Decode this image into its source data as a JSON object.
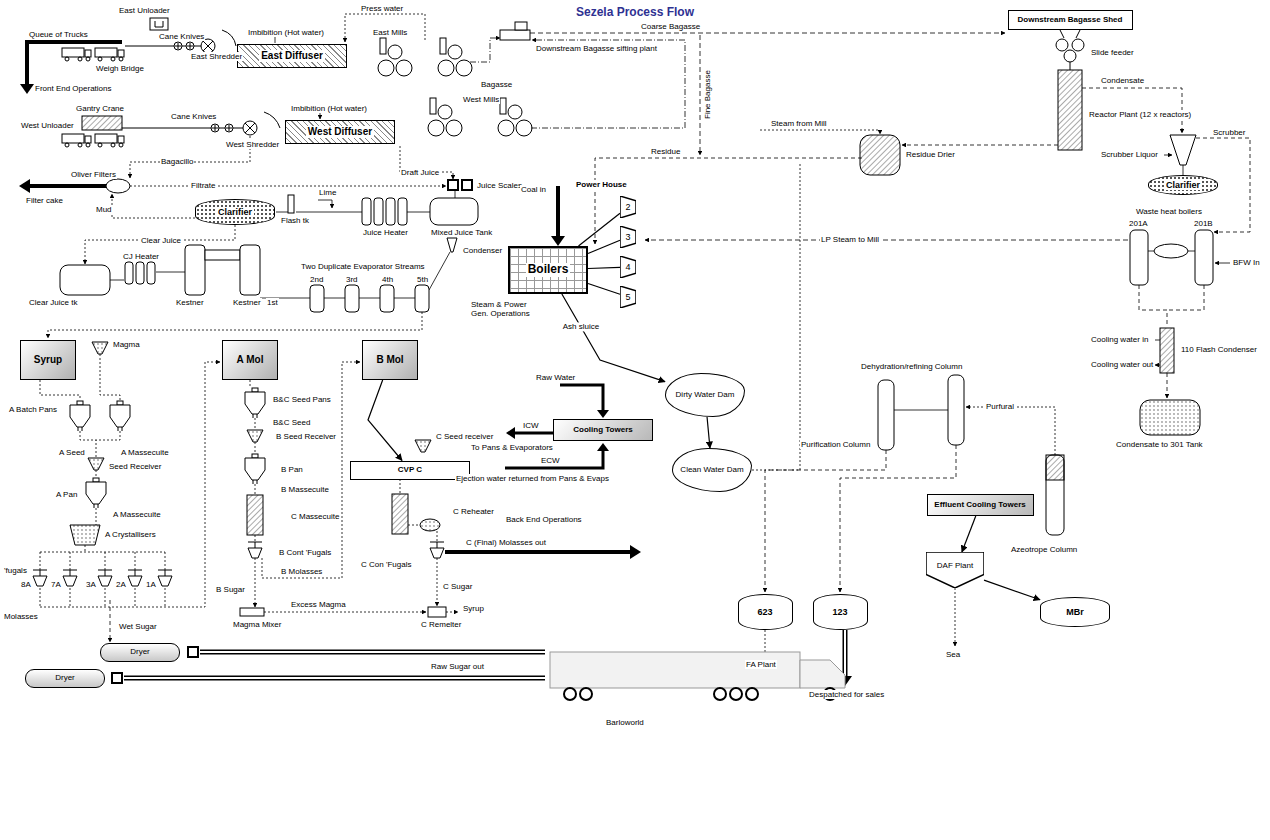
{
  "diagram": {
    "title": "Sezela Process Flow",
    "nodes": [
      {
        "text": [
          "Downstream Bagasse Shed"
        ]
      },
      {
        "text": [
          "East Diffuser"
        ]
      },
      {
        "text": [
          "West Diffuser"
        ]
      },
      {
        "text": [
          "Clarifier"
        ]
      },
      {
        "text": [
          "Boilers"
        ]
      },
      {
        "text": [
          "2"
        ]
      },
      {
        "text": [
          "3"
        ]
      },
      {
        "text": [
          "4"
        ]
      },
      {
        "text": [
          "5"
        ]
      },
      {
        "text": [
          "Clarifier"
        ]
      },
      {
        "text": [
          "Syrup"
        ]
      },
      {
        "text": [
          "A Mol"
        ]
      },
      {
        "text": [
          "B Mol"
        ]
      },
      {
        "text": [
          "CVP C"
        ]
      },
      {
        "text": [
          "Cooling Towers"
        ]
      },
      {
        "text": [
          "Dirty Water Dam"
        ]
      },
      {
        "text": [
          "Clean Water Dam"
        ]
      },
      {
        "text": [
          "Effluent Cooling Towers"
        ]
      },
      {
        "text": [
          "DAF Plant"
        ]
      },
      {
        "text": [
          "MBr"
        ]
      },
      {
        "text": [
          "623"
        ]
      },
      {
        "text": [
          "123"
        ]
      },
      {
        "text": [
          "Dryer"
        ]
      },
      {
        "text": [
          "Dryer"
        ]
      }
    ],
    "edges": [
      {
        "from": 4,
        "to": 5,
        "arrow": "none"
      },
      {
        "from": 4,
        "to": 6,
        "arrow": "none"
      },
      {
        "from": 4,
        "to": 7,
        "arrow": "none"
      },
      {
        "from": 4,
        "to": 8,
        "arrow": "none"
      },
      {
        "from": 4,
        "to": 15,
        "label": "Ash sluice",
        "arrow": "to"
      },
      {
        "from": 15,
        "to": 16,
        "arrow": "to"
      },
      {
        "from": 17,
        "to": 18,
        "arrow": "to"
      },
      {
        "from": 18,
        "to": 19,
        "arrow": "to"
      },
      {
        "from": 12,
        "to": 13,
        "arrow": "to"
      }
    ],
    "labels": [
      "Queue of Trucks",
      "Weigh Bridge",
      "Front End Operations",
      "East Unloader",
      "Cane Knives",
      "East Shredder",
      "Imbibition (Hot water)",
      "Press water",
      "East Mills",
      "Downstream Bagasse sifting plant",
      "Coarse Bagasse",
      "Bagasse",
      "Fine Bagasse",
      "Gantry Crane",
      "West Unloader",
      "Cane Knives",
      "Imbibition (Hot water)",
      "West Mills",
      "West Shredder",
      "Bagacillo",
      "Oliver Filters",
      "Filter cake",
      "Filtrate",
      "Draft Juice",
      "Juice Scales",
      "Residue",
      "Lime",
      "Flash tk",
      "Juice Heater",
      "Mixed Juice Tank",
      "Clear Juice",
      "Mud",
      "Coal in",
      "Power House",
      "Condenser",
      "CJ Heater",
      "Clear Juice tk",
      "Kestner",
      "1st",
      "Kestner",
      "Two Duplicate Evaporator Streams",
      "2nd",
      "3rd",
      "4th",
      "5th",
      "Steam & Power Gen. Operations",
      "Steam from Mill",
      "Residue Drier",
      "Reactor Plant (12 x reactors)",
      "Slide feeder",
      "Condensate",
      "Scrubber",
      "Scrubber Liquor",
      "LP Steam to Mill",
      "Waste heat boilers",
      "201A",
      "201B",
      "BFW In",
      "Cooling water in",
      "Cooling water out",
      "110 Flash Condenser",
      "Condensate to 301 Tank",
      "Dehydration/refining Column",
      "Purfural",
      "Purification Column",
      "Azeotrope Column",
      "Sea",
      "FA Plant",
      "Despatched for sales",
      "Barloworld",
      "Magma",
      "A Batch Pans",
      "A Seed",
      "A Massecuite",
      "Seed Receiver",
      "A Pan",
      "A Massecuite",
      "A Crystallisers",
      "'fugals",
      "8A",
      "7A",
      "3A",
      "2A",
      "1A",
      "Molasses",
      "Wet Sugar",
      "B&C Seed Pans",
      "B&C Seed",
      "B Seed Receiver",
      "B Pan",
      "B Massecuite",
      "B Cont 'Fugals",
      "B Molasses",
      "B Sugar",
      "Magma Mixer",
      "Excess Magma",
      "C Seed receiver",
      "C Massecuite",
      "C Reheater",
      "C Con 'Fugals",
      "C (Final) Molasses out",
      "C Sugar",
      "C Remelter",
      "Syrup",
      "Back End Operations",
      "Raw Water",
      "ICW",
      "To Pans & Evaporators",
      "ECW",
      "Ejection water returned from Pans & Evaps",
      "Raw Sugar out"
    ]
  }
}
